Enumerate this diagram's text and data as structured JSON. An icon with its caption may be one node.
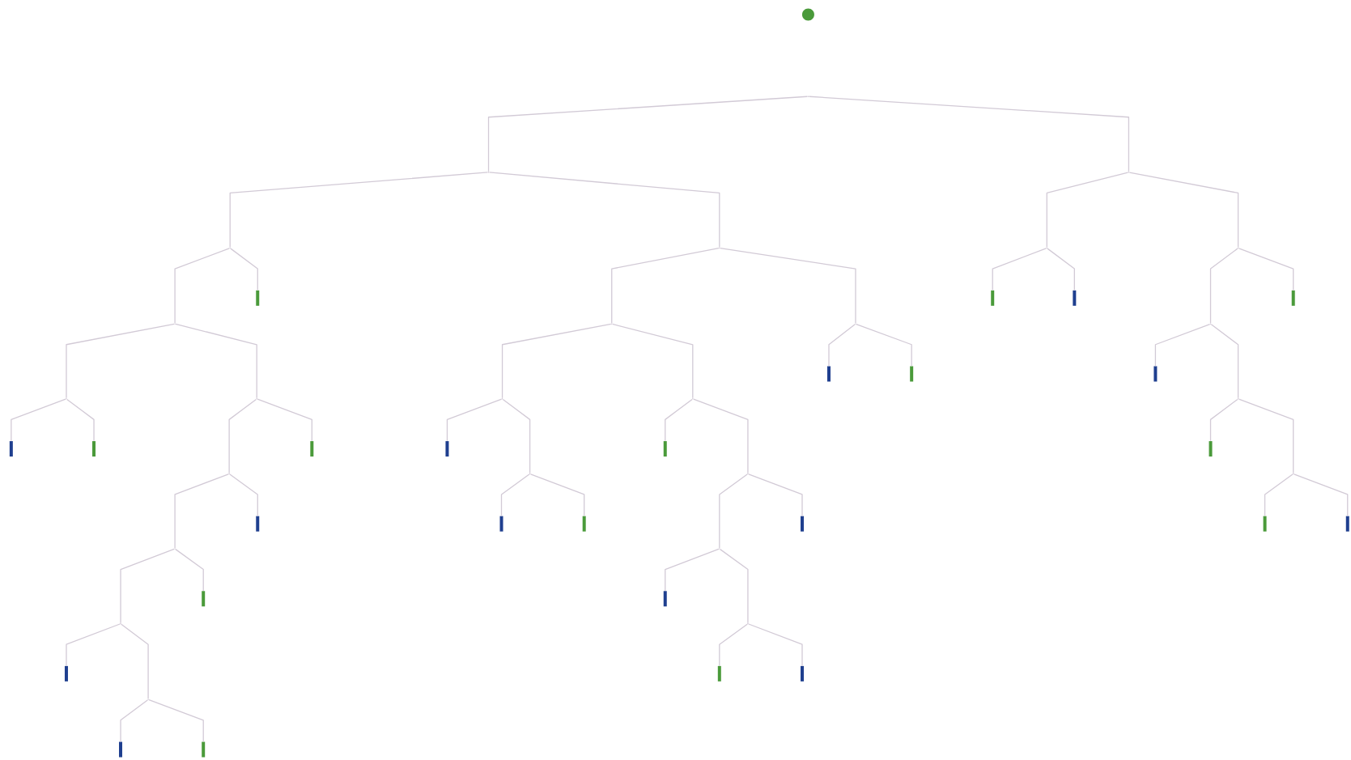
{
  "diagram": {
    "nodes": [
      {
        "text": [],
        "shape": "circle"
      },
      {
        "text": [],
        "shape": "point"
      },
      {
        "text": [],
        "shape": "point"
      },
      {
        "text": [],
        "shape": "point"
      },
      {
        "text": [],
        "shape": "point"
      },
      {
        "text": [],
        "shape": "point"
      },
      {
        "text": [],
        "shape": "point"
      },
      {
        "text": [],
        "shape": "point"
      },
      {
        "text": [],
        "shape": "point"
      },
      {
        "text": [],
        "shape": "point"
      },
      {
        "text": [],
        "shape": "point"
      },
      {
        "text": [],
        "shape": "point"
      },
      {
        "text": [],
        "shape": "bar"
      },
      {
        "text": [],
        "shape": "bar"
      },
      {
        "text": [],
        "shape": "bar"
      },
      {
        "text": [],
        "shape": "bar"
      },
      {
        "text": [],
        "shape": "point"
      },
      {
        "text": [],
        "shape": "point"
      },
      {
        "text": [],
        "shape": "point"
      },
      {
        "text": [],
        "shape": "point"
      },
      {
        "text": [],
        "shape": "point"
      },
      {
        "text": [],
        "shape": "bar"
      },
      {
        "text": [],
        "shape": "bar"
      },
      {
        "text": [],
        "shape": "bar"
      },
      {
        "text": [],
        "shape": "point"
      },
      {
        "text": [],
        "shape": "point"
      },
      {
        "text": [],
        "shape": "point"
      },
      {
        "text": [],
        "shape": "point"
      },
      {
        "text": [],
        "shape": "bar"
      },
      {
        "text": [],
        "shape": "bar"
      },
      {
        "text": [],
        "shape": "bar"
      },
      {
        "text": [],
        "shape": "bar"
      },
      {
        "text": [],
        "shape": "bar"
      },
      {
        "text": [],
        "shape": "bar"
      },
      {
        "text": [],
        "shape": "point"
      },
      {
        "text": [],
        "shape": "point"
      },
      {
        "text": [],
        "shape": "bar"
      },
      {
        "text": [],
        "shape": "bar"
      },
      {
        "text": [],
        "shape": "bar"
      },
      {
        "text": [],
        "shape": "bar"
      },
      {
        "text": [],
        "shape": "bar"
      },
      {
        "text": [],
        "shape": "bar"
      },
      {
        "text": [],
        "shape": "point"
      },
      {
        "text": [],
        "shape": "point"
      },
      {
        "text": [],
        "shape": "bar"
      },
      {
        "text": [],
        "shape": "bar"
      },
      {
        "text": [],
        "shape": "point"
      },
      {
        "text": [],
        "shape": "bar"
      },
      {
        "text": [],
        "shape": "bar"
      },
      {
        "text": [],
        "shape": "bar"
      },
      {
        "text": [],
        "shape": "bar"
      },
      {
        "text": [],
        "shape": "bar"
      }
    ],
    "edges": [
      {
        "from": 1,
        "to": 2,
        "arrow": "none"
      },
      {
        "from": 1,
        "to": 3,
        "arrow": "none"
      },
      {
        "from": 2,
        "to": 4,
        "arrow": "none"
      },
      {
        "from": 2,
        "to": 5,
        "arrow": "none"
      },
      {
        "from": 3,
        "to": 6,
        "arrow": "none"
      },
      {
        "from": 3,
        "to": 7,
        "arrow": "none"
      },
      {
        "from": 4,
        "to": 8,
        "arrow": "none"
      },
      {
        "from": 4,
        "to": 12,
        "arrow": "none"
      },
      {
        "from": 5,
        "to": 9,
        "arrow": "none"
      },
      {
        "from": 5,
        "to": 10,
        "arrow": "none"
      },
      {
        "from": 6,
        "to": 13,
        "arrow": "none"
      },
      {
        "from": 6,
        "to": 14,
        "arrow": "none"
      },
      {
        "from": 7,
        "to": 11,
        "arrow": "none"
      },
      {
        "from": 7,
        "to": 15,
        "arrow": "none"
      },
      {
        "from": 8,
        "to": 16,
        "arrow": "none"
      },
      {
        "from": 8,
        "to": 17,
        "arrow": "none"
      },
      {
        "from": 9,
        "to": 18,
        "arrow": "none"
      },
      {
        "from": 9,
        "to": 19,
        "arrow": "none"
      },
      {
        "from": 10,
        "to": 21,
        "arrow": "none"
      },
      {
        "from": 10,
        "to": 22,
        "arrow": "none"
      },
      {
        "from": 11,
        "to": 23,
        "arrow": "none"
      },
      {
        "from": 11,
        "to": 20,
        "arrow": "none"
      },
      {
        "from": 16,
        "to": 28,
        "arrow": "none"
      },
      {
        "from": 16,
        "to": 29,
        "arrow": "none"
      },
      {
        "from": 17,
        "to": 24,
        "arrow": "none"
      },
      {
        "from": 17,
        "to": 30,
        "arrow": "none"
      },
      {
        "from": 18,
        "to": 31,
        "arrow": "none"
      },
      {
        "from": 18,
        "to": 25,
        "arrow": "none"
      },
      {
        "from": 19,
        "to": 32,
        "arrow": "none"
      },
      {
        "from": 19,
        "to": 26,
        "arrow": "none"
      },
      {
        "from": 20,
        "to": 33,
        "arrow": "none"
      },
      {
        "from": 20,
        "to": 27,
        "arrow": "none"
      },
      {
        "from": 24,
        "to": 34,
        "arrow": "none"
      },
      {
        "from": 24,
        "to": 36,
        "arrow": "none"
      },
      {
        "from": 25,
        "to": 37,
        "arrow": "none"
      },
      {
        "from": 25,
        "to": 38,
        "arrow": "none"
      },
      {
        "from": 26,
        "to": 35,
        "arrow": "none"
      },
      {
        "from": 26,
        "to": 39,
        "arrow": "none"
      },
      {
        "from": 27,
        "to": 40,
        "arrow": "none"
      },
      {
        "from": 27,
        "to": 41,
        "arrow": "none"
      },
      {
        "from": 34,
        "to": 42,
        "arrow": "none"
      },
      {
        "from": 34,
        "to": 44,
        "arrow": "none"
      },
      {
        "from": 35,
        "to": 45,
        "arrow": "none"
      },
      {
        "from": 35,
        "to": 43,
        "arrow": "none"
      },
      {
        "from": 42,
        "to": 47,
        "arrow": "none"
      },
      {
        "from": 42,
        "to": 46,
        "arrow": "none"
      },
      {
        "from": 43,
        "to": 48,
        "arrow": "none"
      },
      {
        "from": 43,
        "to": 49,
        "arrow": "none"
      },
      {
        "from": 46,
        "to": 50,
        "arrow": "none"
      },
      {
        "from": 46,
        "to": 51,
        "arrow": "none"
      }
    ]
  }
}
